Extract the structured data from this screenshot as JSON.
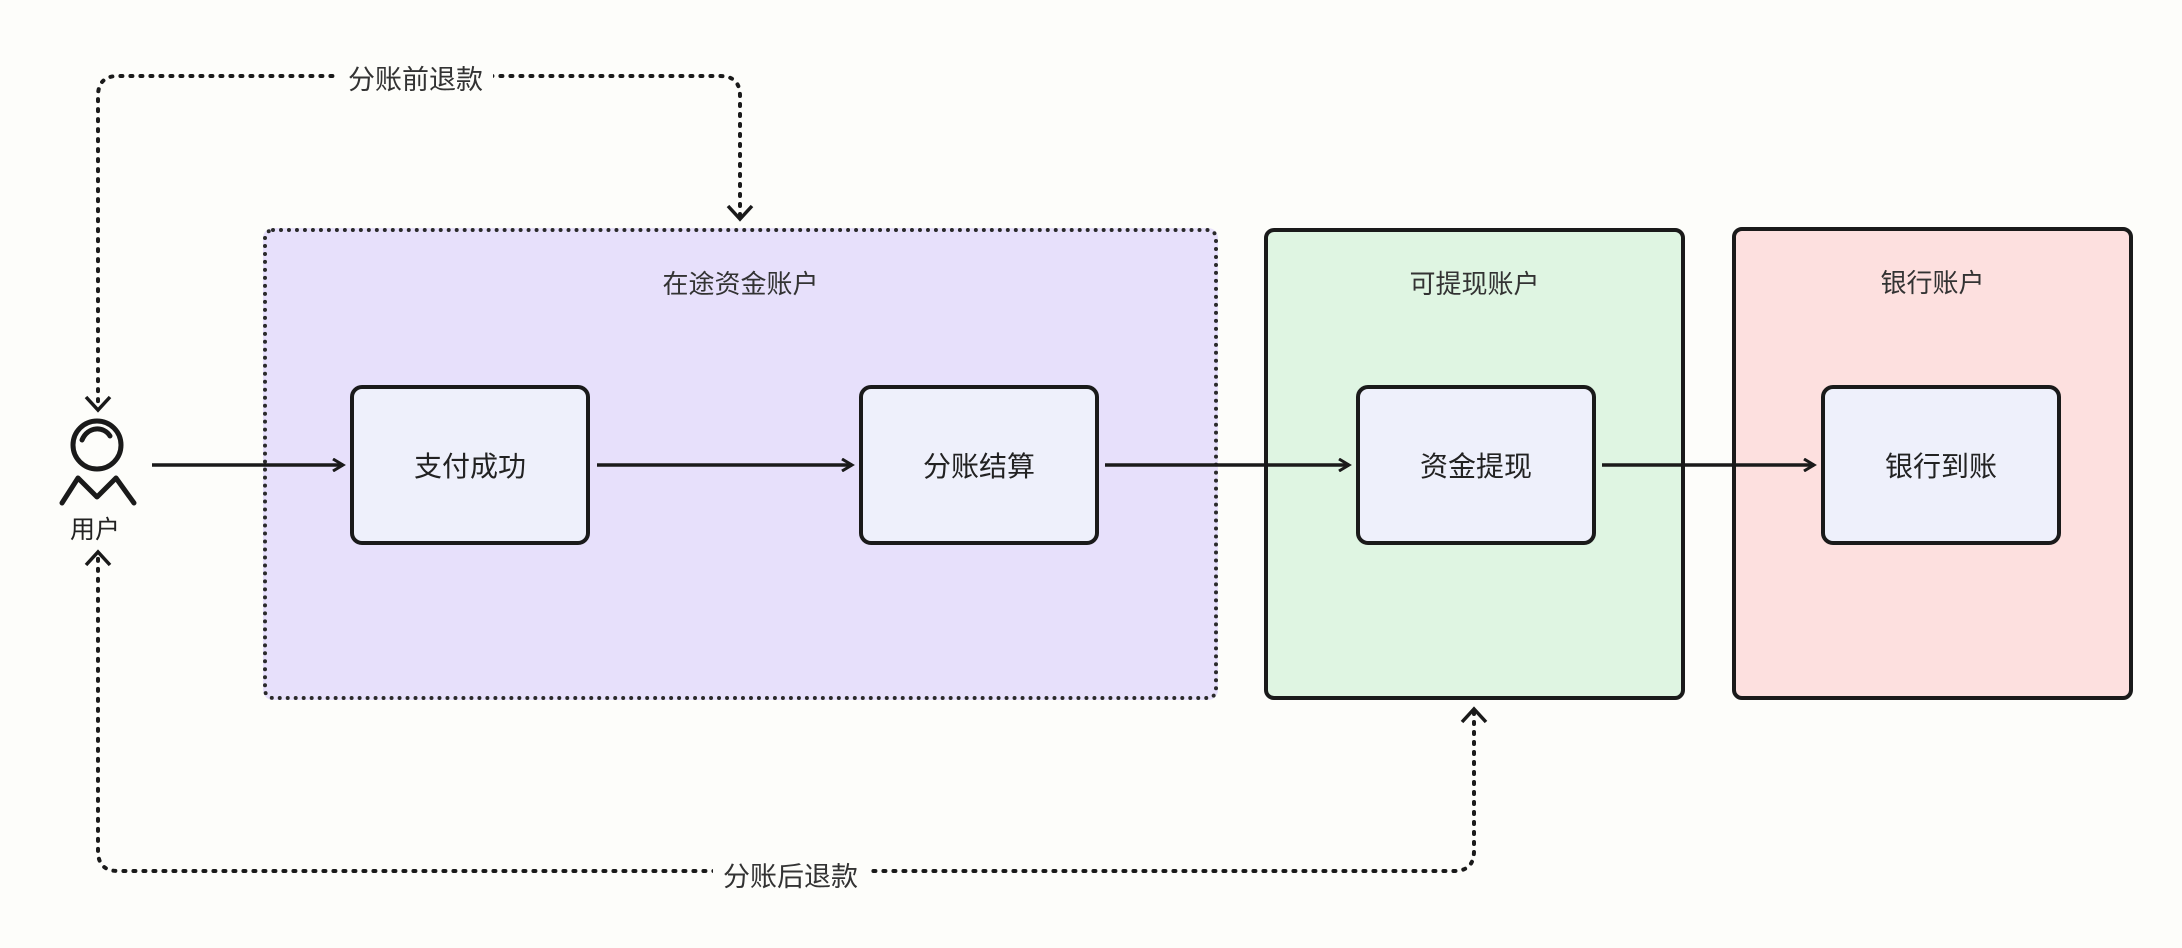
{
  "actor": {
    "label": "用户",
    "icon": "user-icon"
  },
  "regions": {
    "transit": {
      "title": "在途资金账户"
    },
    "withdrawable": {
      "title": "可提现账户"
    },
    "bank": {
      "title": "银行账户"
    }
  },
  "nodes": {
    "payment": {
      "label": "支付成功"
    },
    "settlement": {
      "label": "分账结算"
    },
    "withdrawal": {
      "label": "资金提现"
    },
    "arrival": {
      "label": "银行到账"
    }
  },
  "edges": {
    "refund_before": {
      "label": "分账前退款"
    },
    "refund_after": {
      "label": "分账后退款"
    }
  },
  "colors": {
    "transit_fill": "#e7e0fb",
    "withdrawable_fill": "#dff5e2",
    "bank_fill": "#fde0df",
    "node_fill": "#eef0fb",
    "stroke": "#1a1a1a"
  }
}
